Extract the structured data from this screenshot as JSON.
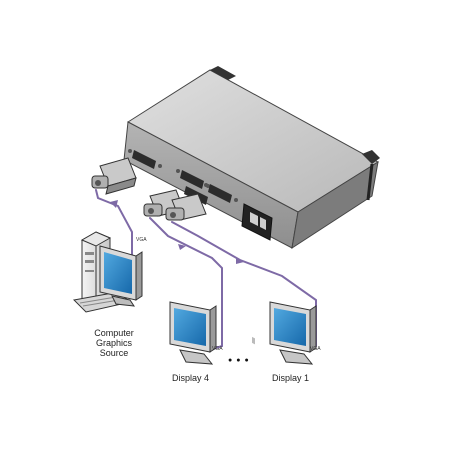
{
  "source": {
    "label_lines": [
      "Computer",
      "Graphics",
      "Source"
    ]
  },
  "displays": [
    {
      "label": "Display 4"
    },
    {
      "label": "Display 1"
    }
  ],
  "connector_label": "VGA",
  "ellipsis": "●●●",
  "colors": {
    "cable": "#7e6aa6",
    "device_top": "#cfcfcf",
    "device_front": "#a9a9a9",
    "screen": "#1f86c9",
    "outline": "#333333"
  }
}
